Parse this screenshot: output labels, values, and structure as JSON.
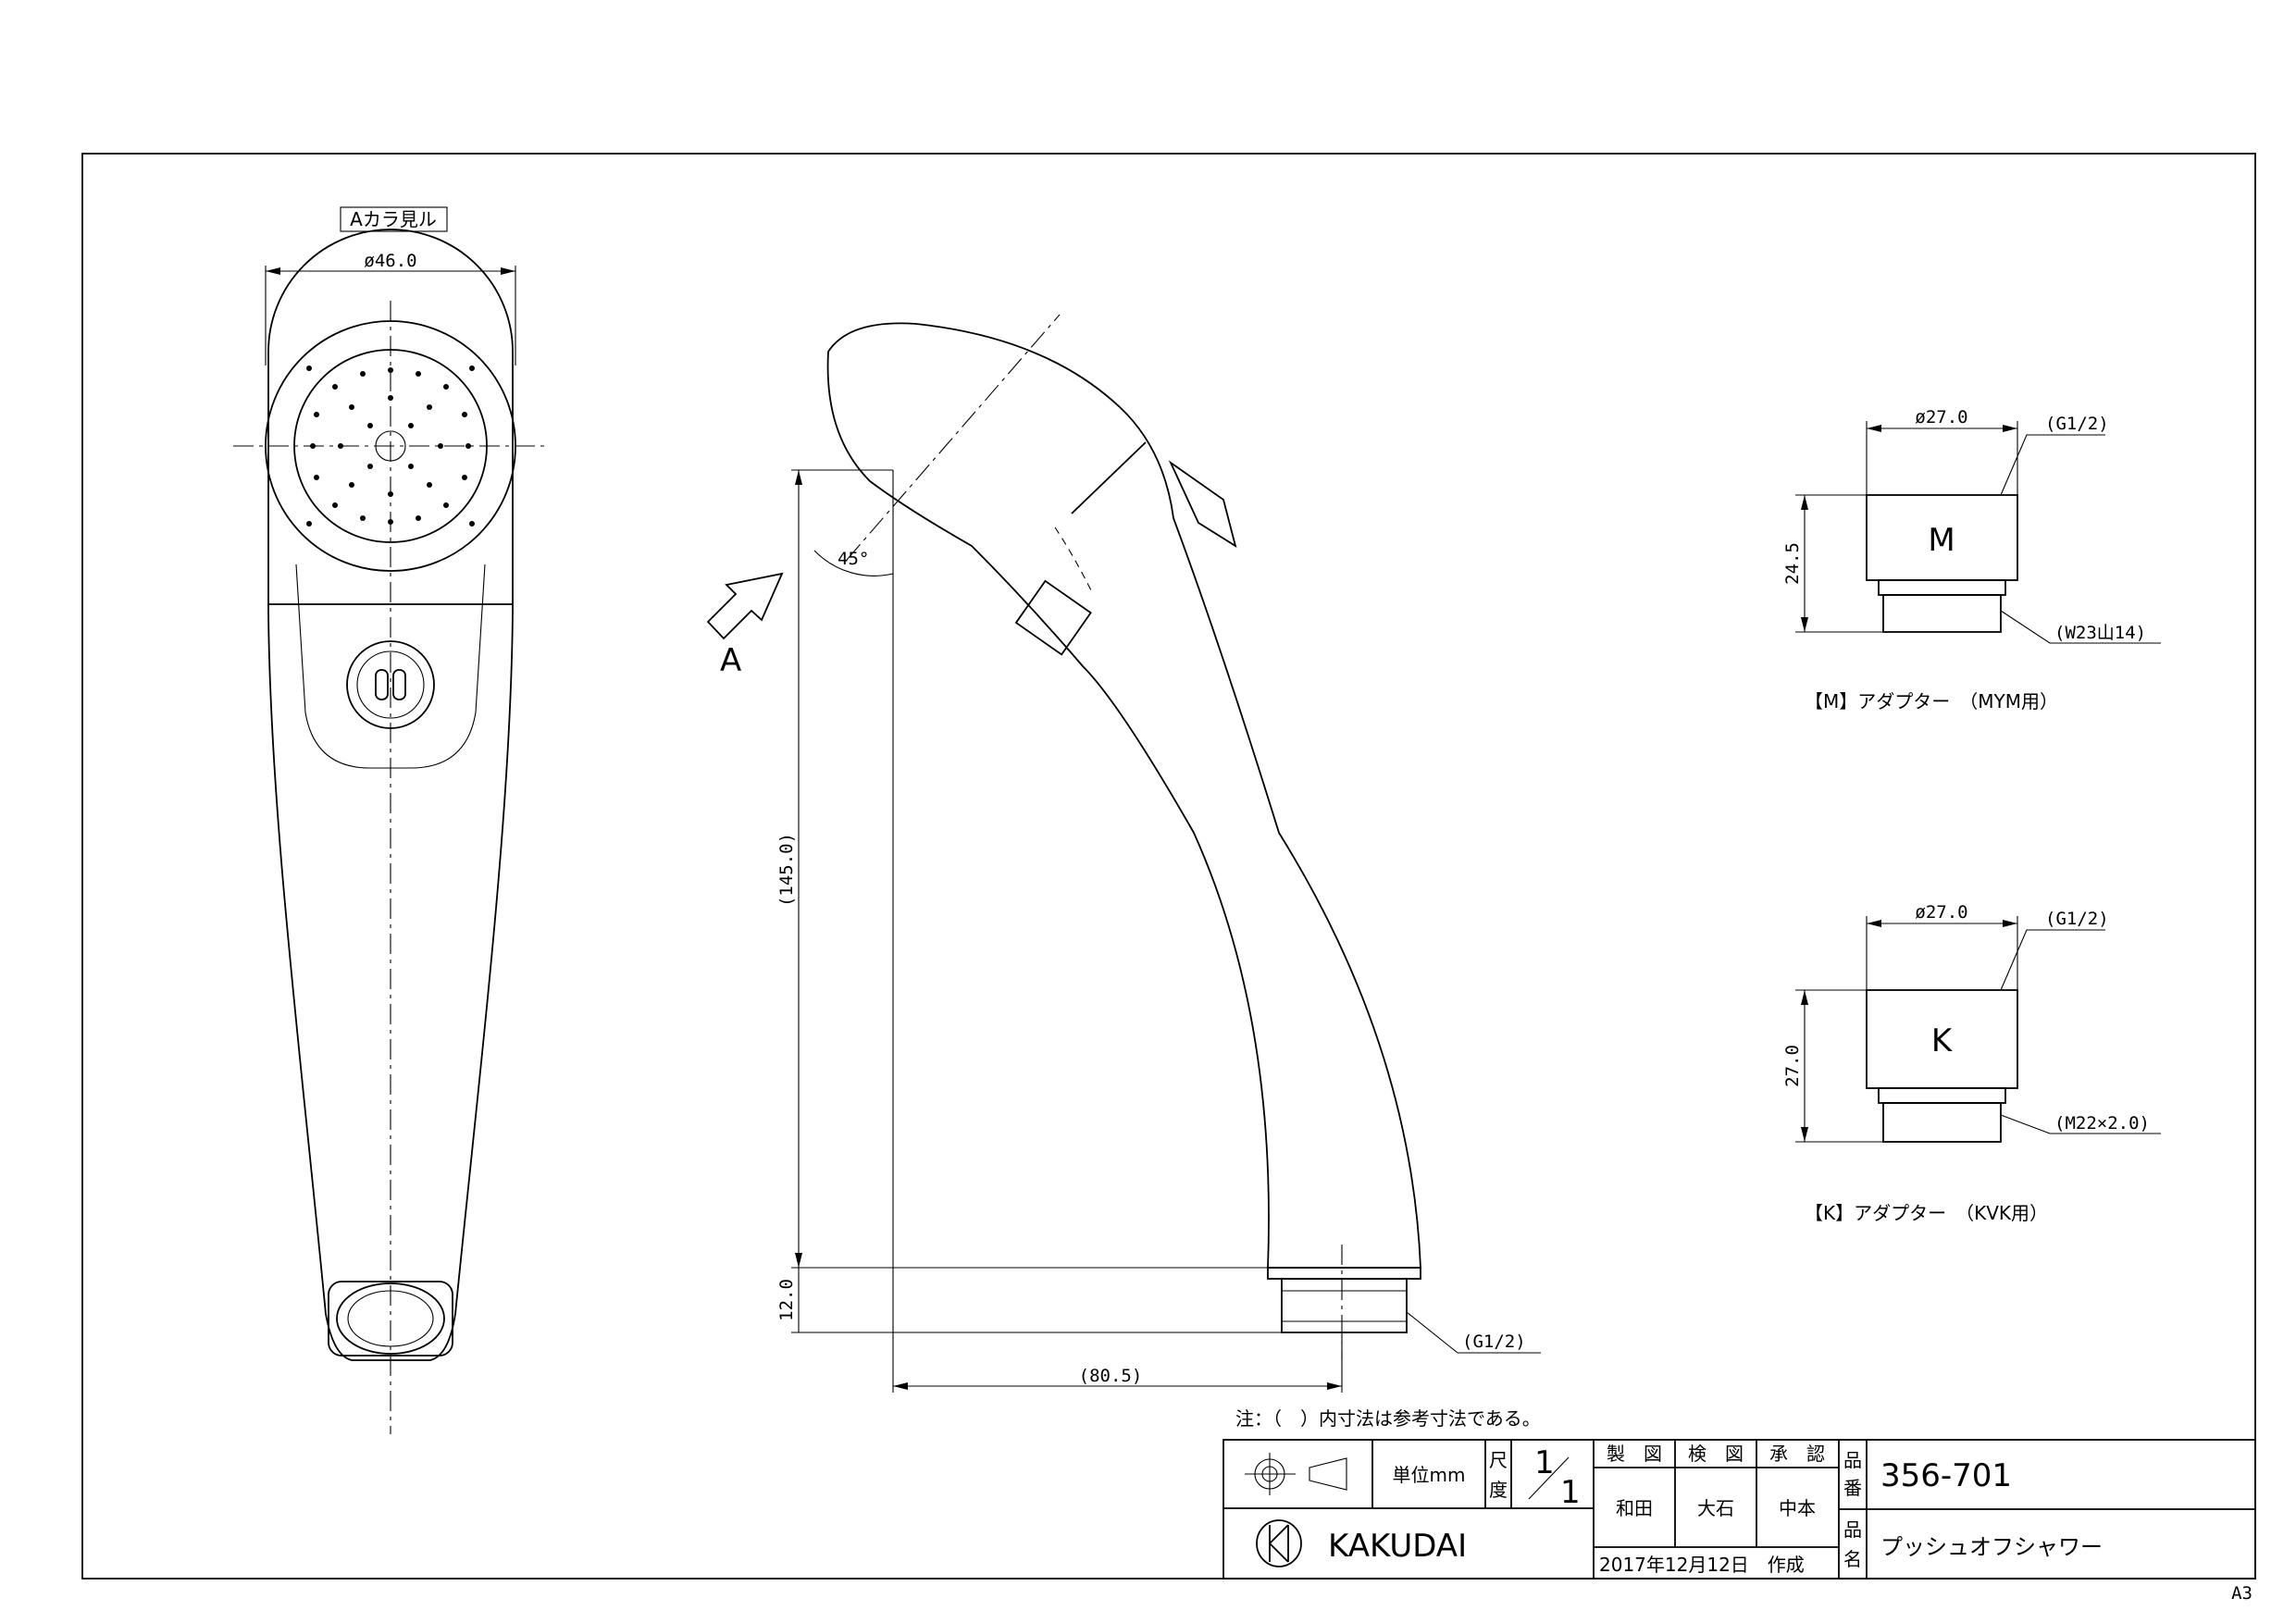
{
  "front_view": {
    "view_label": "Aカラ見ル",
    "diameter": "ø46.0"
  },
  "side_view": {
    "arrow_label": "A",
    "angle": "45°",
    "height": "(145.0)",
    "thread_height": "12.0",
    "width": "(80.5)",
    "thread": "(G1/2)"
  },
  "adapter_m": {
    "diameter": "ø27.0",
    "thread_top": "(G1/2)",
    "height": "24.5",
    "thread_bottom": "(W23山14)",
    "letter": "M",
    "caption": "【M】アダプター　（MYM用）"
  },
  "adapter_k": {
    "diameter": "ø27.0",
    "thread_top": "(G1/2)",
    "height": "27.0",
    "thread_bottom": "(M22×2.0)",
    "letter": "K",
    "caption": "【K】アダプター　（KVK用）"
  },
  "note": "注：（　）内寸法は参考寸法である。",
  "title_block": {
    "unit_label": "単位mm",
    "scale_label_1": "尺",
    "scale_label_2": "度",
    "scale_num": "1",
    "scale_den": "1",
    "drawn_label": "製　図",
    "checked_label": "検　図",
    "approved_label": "承　認",
    "drawn_by": "和田",
    "checked_by": "大石",
    "approved_by": "中本",
    "part_no_label_1": "品",
    "part_no_label_2": "番",
    "part_no": "356-701",
    "name_label_1": "品",
    "name_label_2": "名",
    "part_name": "プッシュオフシャワー",
    "brand": "KAKUDAI",
    "date": "2017年12月12日　作成"
  },
  "sheet_size": "A3"
}
